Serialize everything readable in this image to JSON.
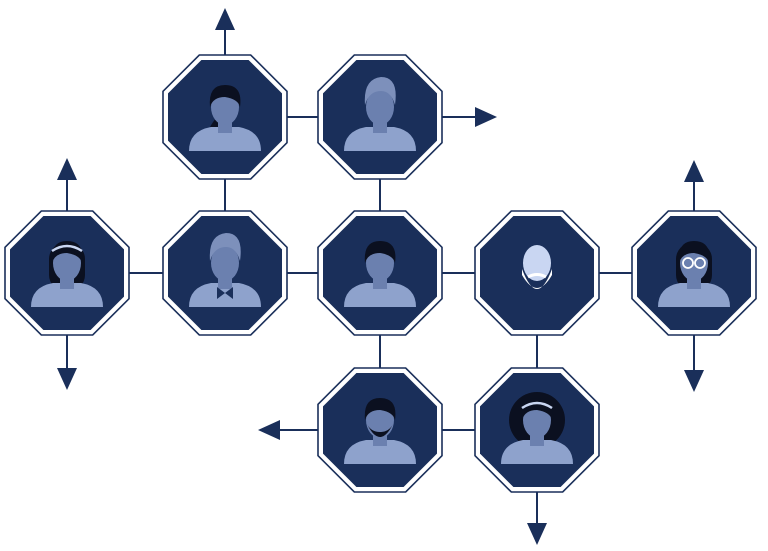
{
  "colors": {
    "node_fill": "#1a2f5a",
    "node_outline": "#1a2f5a",
    "edge": "#1a2f5a",
    "skin": "#6b80af",
    "shirt": "#8ea2cc",
    "hair_dark": "#0b1020",
    "hair_light": "#7d90bb",
    "pale_face": "#c9d6f2"
  },
  "nodes": [
    {
      "id": "n1",
      "avatar": "woman-ponytail-icon",
      "hair": "dark"
    },
    {
      "id": "n2",
      "avatar": "man-quiff-icon",
      "hair": "light"
    },
    {
      "id": "n3",
      "avatar": "woman-headband-long-hair-icon",
      "hair": "dark"
    },
    {
      "id": "n4",
      "avatar": "man-bowtie-icon",
      "hair": "light"
    },
    {
      "id": "n5",
      "avatar": "man-short-hair-icon",
      "hair": "dark"
    },
    {
      "id": "n6",
      "avatar": "man-beard-icon",
      "hair": "none"
    },
    {
      "id": "n7",
      "avatar": "woman-glasses-icon",
      "hair": "dark"
    },
    {
      "id": "n8",
      "avatar": "man-beard-short-icon",
      "hair": "dark"
    },
    {
      "id": "n9",
      "avatar": "woman-curly-hair-icon",
      "hair": "dark"
    }
  ],
  "edges": [
    [
      "n1",
      "n2"
    ],
    [
      "n1",
      "n4"
    ],
    [
      "n2",
      "n5"
    ],
    [
      "n3",
      "n4"
    ],
    [
      "n4",
      "n5"
    ],
    [
      "n5",
      "n6"
    ],
    [
      "n6",
      "n7"
    ],
    [
      "n5",
      "n8"
    ],
    [
      "n8",
      "n9"
    ],
    [
      "n6",
      "n9"
    ]
  ],
  "outgoing_arrows": [
    {
      "from": "n1",
      "direction": "up"
    },
    {
      "from": "n2",
      "direction": "right"
    },
    {
      "from": "n3",
      "direction": "up"
    },
    {
      "from": "n3",
      "direction": "down"
    },
    {
      "from": "n7",
      "direction": "up"
    },
    {
      "from": "n7",
      "direction": "down"
    },
    {
      "from": "n8",
      "direction": "left"
    },
    {
      "from": "n9",
      "direction": "down"
    }
  ]
}
